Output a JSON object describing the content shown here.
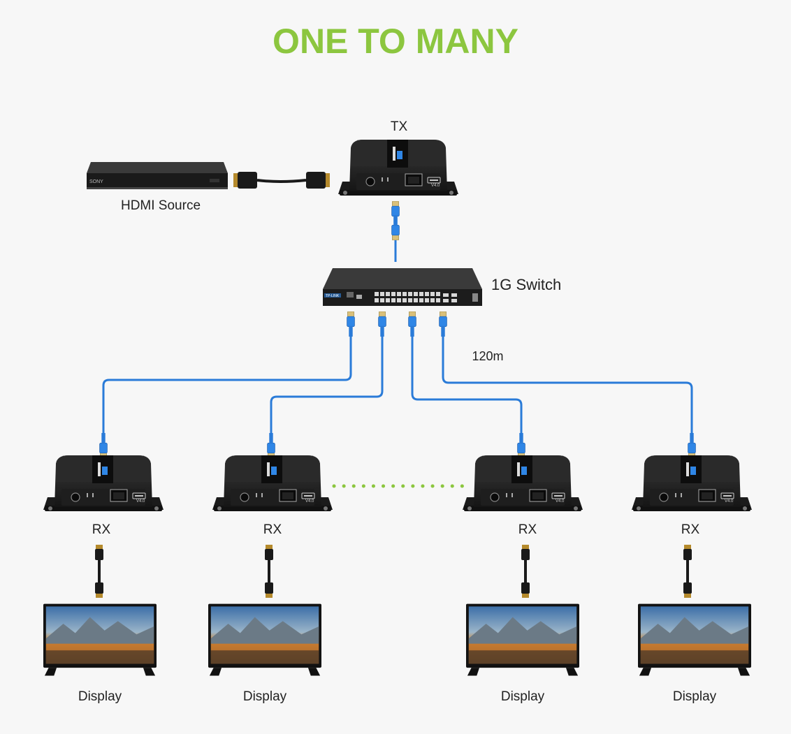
{
  "title": "ONE TO MANY",
  "colors": {
    "title": "#8cc63f",
    "cable": "#2a7bd8",
    "dots": "#8cc63f",
    "device": "#222222",
    "background": "#f7f7f7"
  },
  "labels": {
    "tx": "TX",
    "hdmi_source": "HDMI Source",
    "switch": "1G Switch",
    "distance": "120m",
    "rx": [
      "RX",
      "RX",
      "RX",
      "RX"
    ],
    "display": [
      "Display",
      "Display",
      "Display",
      "Display"
    ]
  },
  "device_marks": {
    "source_brand": "SONY",
    "extender_version": "V4.0",
    "switch_brand": "TP-LINK"
  },
  "icons": [
    "blu-ray-player-icon",
    "hdmi-cable-icon",
    "extender-icon",
    "network-switch-icon",
    "ethernet-plug-icon",
    "tv-display-icon"
  ]
}
